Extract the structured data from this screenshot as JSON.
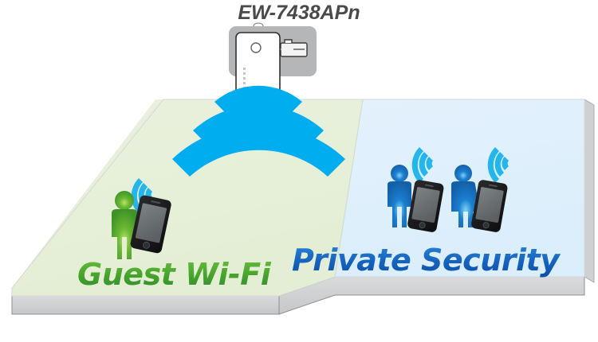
{
  "diagram": {
    "title": "EW-7438APn",
    "device": {
      "name": "EW-7438APn",
      "label_icon": "access-point-icon",
      "wall_plate_icon": "wall-outlet-icon",
      "ethernet_port_icon": "ethernet-port-icon",
      "status_led_icon": "led-indicator-icon",
      "power_button_icon": "round-button-icon"
    },
    "zones": [
      {
        "id": "guest",
        "label": "Guest Wi-Fi",
        "surface_color": "#e8f0dc",
        "text_color_top": "#5eb037",
        "text_color_bottom": "#2f8a2f",
        "person_icon": "person-green-icon",
        "phone_icon": "smartphone-icon",
        "signal_icon": "wifi-signal-icon",
        "device_count": 1
      },
      {
        "id": "private",
        "label": "Private Security",
        "surface_color": "#dff0fb",
        "text_color_top": "#1f7fd4",
        "text_color_bottom": "#0b4fa8",
        "person_icons": [
          "person-blue-male-icon",
          "person-blue-female-icon"
        ],
        "phone_icon": "smartphone-icon",
        "signal_icon": "wifi-signal-icon",
        "device_count": 2
      }
    ],
    "broadcast": {
      "icon": "wifi-broadcast-waves-icon",
      "wave_count": 3,
      "color": "#00aeef"
    },
    "platform": {
      "icon": "isometric-platform-icon",
      "edge_color": "#c9cacb",
      "side_color": "#d4d5d6",
      "outline_color": "#8d8f92"
    },
    "colors": {
      "cyan": "#00aeef",
      "blue_dark": "#0b4fa8",
      "green": "#4aa62c",
      "gray_title": "#4a4a4a",
      "phone_body": "#1c1c1c",
      "phone_screen": "#6f7376"
    }
  }
}
